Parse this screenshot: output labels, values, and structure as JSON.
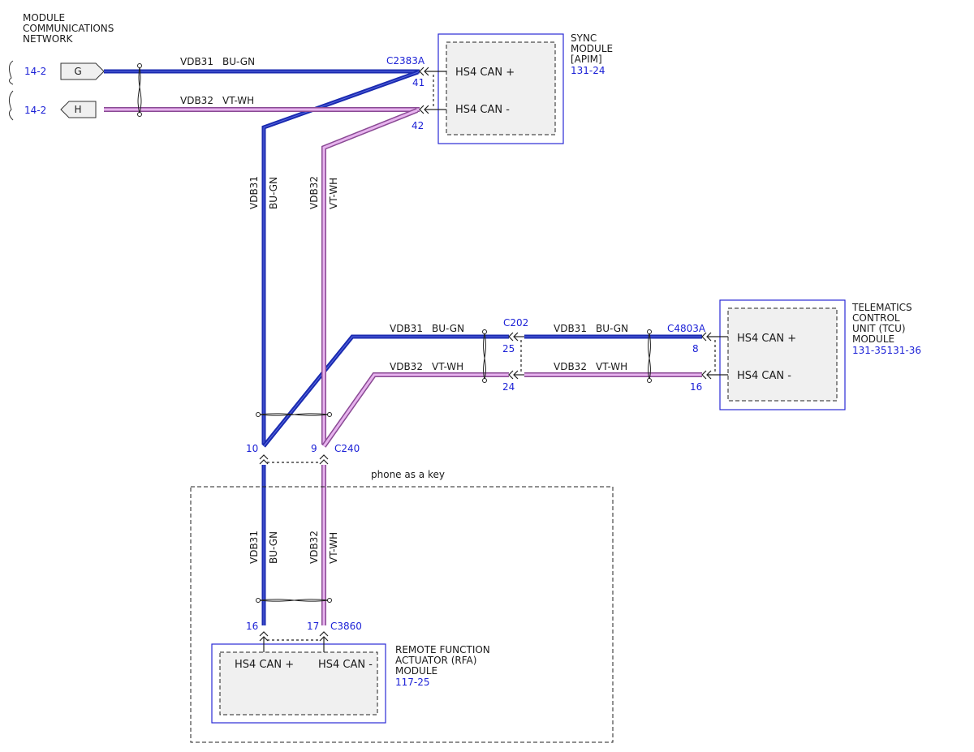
{
  "colors": {
    "bu_gn": "#1a2ab0",
    "vt_wh": "#d99ee0",
    "module_border": "#2a2ad6",
    "module_fill": "#f0f0f0",
    "ref_text": "#1a1fd6"
  },
  "network": {
    "title_lines": [
      "MODULE",
      "COMMUNICATIONS",
      "NETWORK"
    ],
    "ref_g": "14-2",
    "ref_h": "14-2",
    "connector_g": "G",
    "connector_h": "H"
  },
  "wires": {
    "vdb31_circuit": "VDB31",
    "vdb31_color": "BU-GN",
    "vdb32_circuit": "VDB32",
    "vdb32_color": "VT-WH"
  },
  "sync": {
    "connector": "C2383A",
    "pin_plus": "41",
    "pin_minus": "42",
    "signal_plus": "HS4 CAN +",
    "signal_minus": "HS4 CAN -",
    "name_lines": [
      "SYNC",
      "MODULE",
      "[APIM]"
    ],
    "ref": "131-24"
  },
  "tcu": {
    "connector": "C4803A",
    "pin_plus": "8",
    "pin_minus": "16",
    "signal_plus": "HS4 CAN +",
    "signal_minus": "HS4 CAN -",
    "name_lines": [
      "TELEMATICS",
      "CONTROL",
      "UNIT (TCU)",
      "MODULE"
    ],
    "ref": "131-35131-36"
  },
  "c202": {
    "connector": "C202",
    "pin_plus": "25",
    "pin_minus": "24"
  },
  "c240": {
    "connector": "C240",
    "pin_plus": "10",
    "pin_minus": "9"
  },
  "option_box": {
    "label": "phone as a key"
  },
  "rfa": {
    "connector": "C3860",
    "pin_plus": "16",
    "pin_minus": "17",
    "signal_plus": "HS4 CAN +",
    "signal_minus": "HS4 CAN -",
    "name_lines": [
      "REMOTE FUNCTION",
      "ACTUATOR (RFA)",
      "MODULE"
    ],
    "ref": "117-25"
  }
}
